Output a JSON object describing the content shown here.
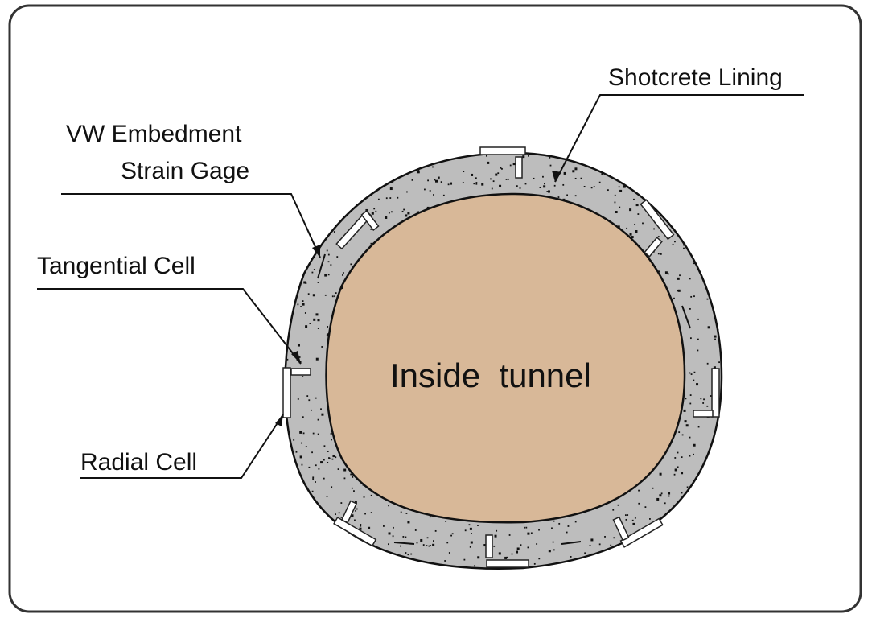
{
  "diagram": {
    "title": "Tunnel shotcrete lining instrumentation",
    "center_label": "Inside  tunnel",
    "callouts": {
      "shotcrete": "Shotcrete Lining",
      "strain_gage_line1": "VW Embedment",
      "strain_gage_line2": "Strain Gage",
      "tangential": "Tangential Cell",
      "radial": "Radial Cell"
    },
    "colors": {
      "frame": "#333333",
      "lining": "#bdbdbd",
      "interior": "#d8b898",
      "cell": "#ffffff",
      "ink": "#111111"
    }
  }
}
